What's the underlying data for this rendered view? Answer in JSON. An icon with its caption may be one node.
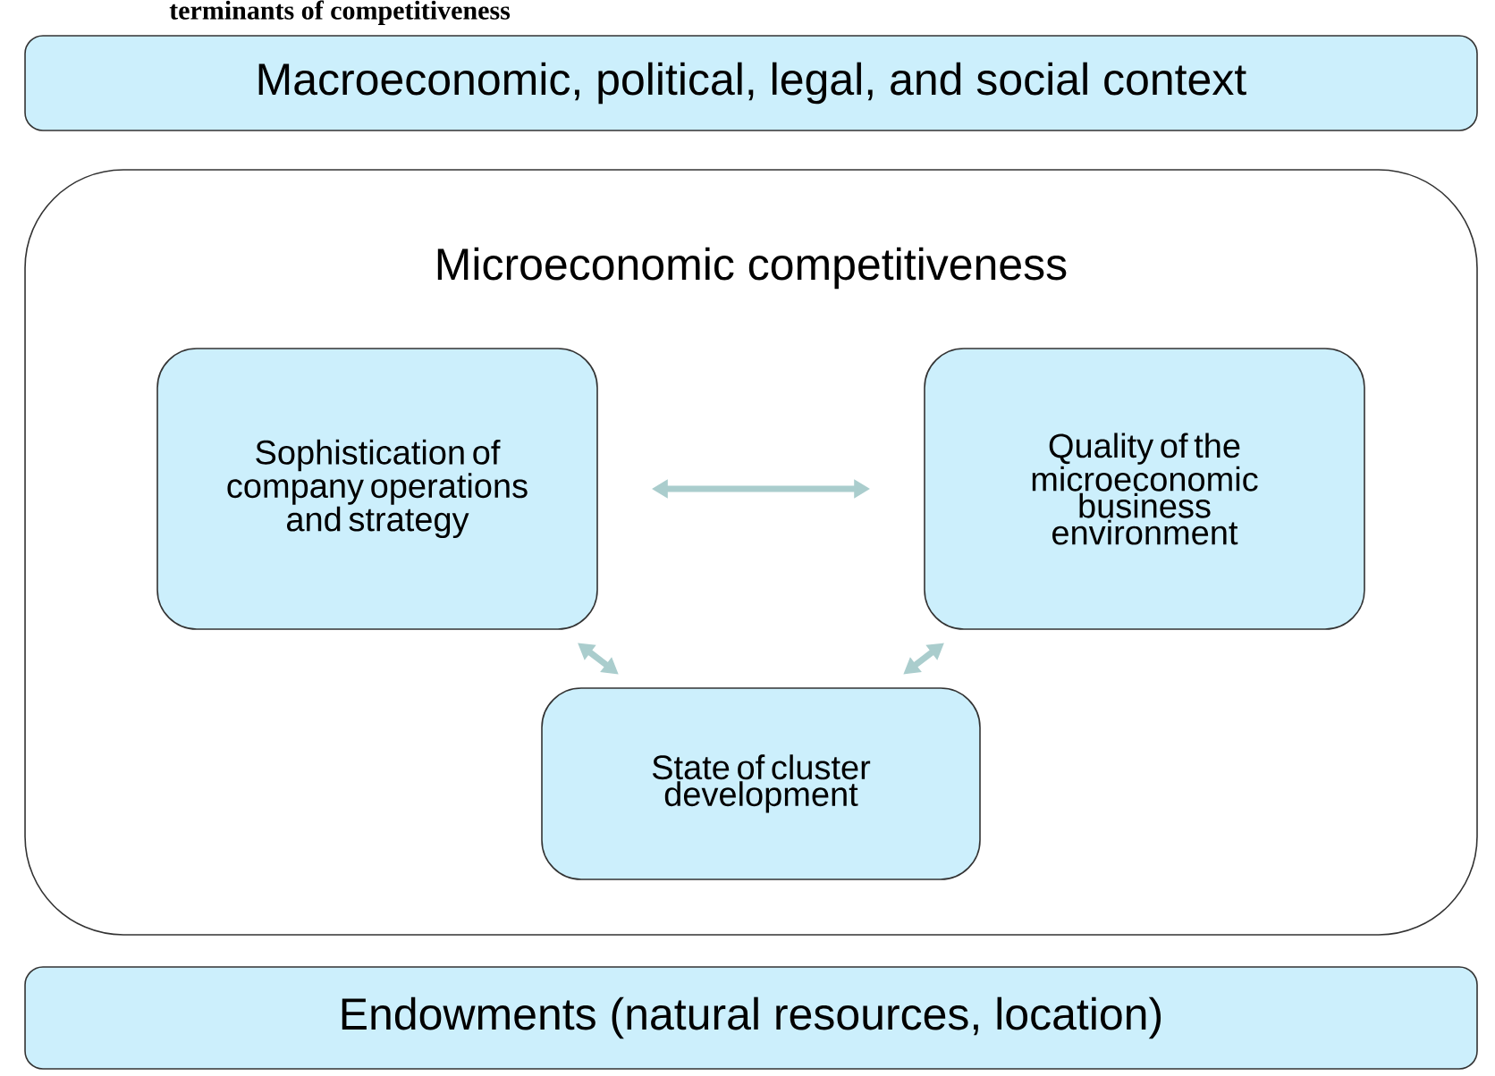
{
  "diagram": {
    "title": "terminants of competitiveness",
    "nodes": [
      {
        "text": [
          "Macroeconomic, political, legal, and social context"
        ]
      },
      {
        "text": [
          "Microeconomic competitiveness"
        ]
      },
      {
        "text": [
          "Sophistication of company operations and strategy"
        ],
        "in": 1
      },
      {
        "text": [
          "Quality of the microeconomic business environment"
        ],
        "in": 1
      },
      {
        "text": [
          "State of cluster development"
        ],
        "in": 1
      },
      {
        "text": [
          "Endowments (natural resources, location)"
        ]
      }
    ],
    "edges": [
      {
        "from": 2,
        "to": 3,
        "arrow": "both"
      },
      {
        "from": 2,
        "to": 4,
        "arrow": "both"
      },
      {
        "from": 3,
        "to": 4,
        "arrow": "both"
      }
    ]
  }
}
